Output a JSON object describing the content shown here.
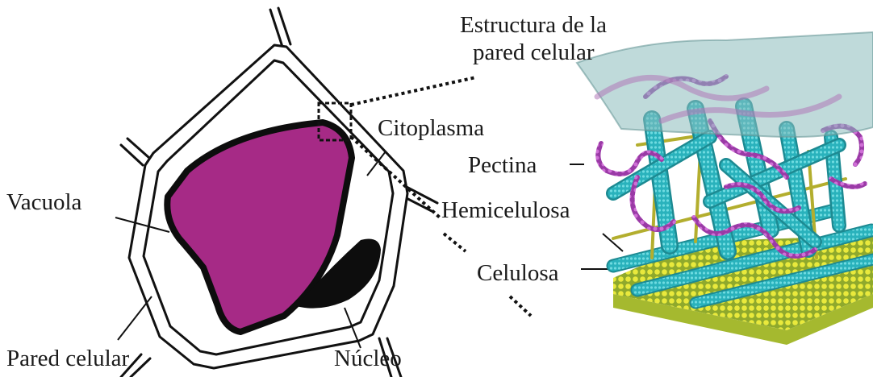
{
  "title": {
    "line1": "Estructura de la",
    "line2": "pared celular"
  },
  "labels": {
    "citoplasma": "Citoplasma",
    "vacuola": "Vacuola",
    "pared_celular": "Pared celular",
    "nucleo": "Núcleo",
    "pectina": "Pectina",
    "hemicelulosa": "Hemicelulosa",
    "celulosa": "Celulosa"
  },
  "colors": {
    "vacuole": "#a62a86",
    "nucleus": "#0d0d0d",
    "cell_outline": "#111111",
    "cellulose": "#29b2bc",
    "hemicellulose": "#b3ae2e",
    "pectin": "#9a3aa6",
    "membrane": "#e6e63a",
    "matrix_sheet": "#8bbcbc"
  }
}
